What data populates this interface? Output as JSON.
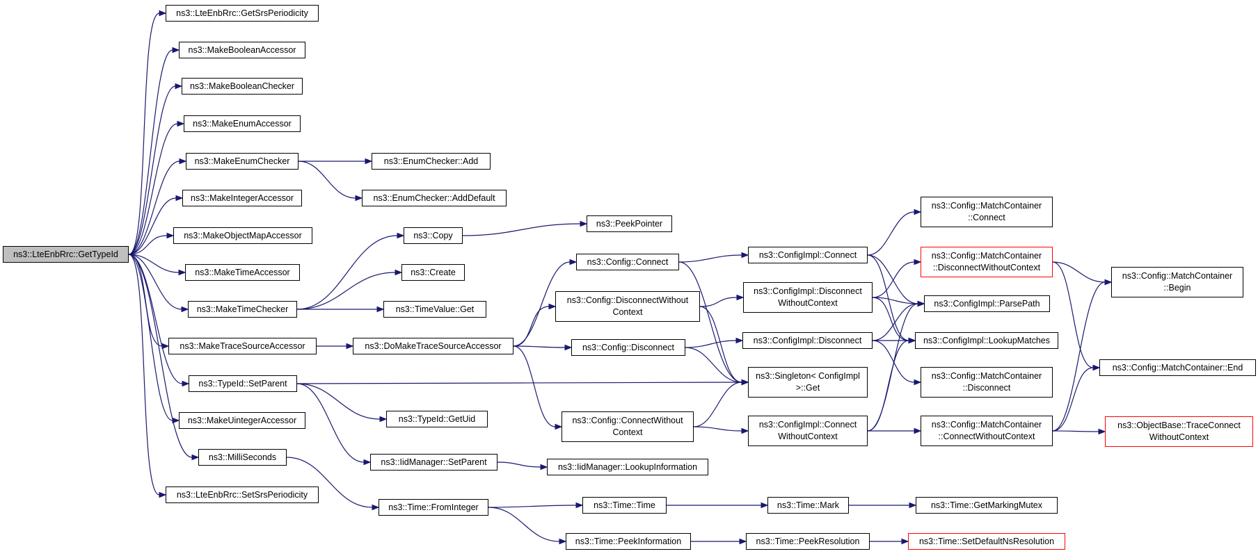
{
  "graph": {
    "edge_color": "#191970",
    "root_fill": "#bfbfbf",
    "highlight_border": "#ff0000",
    "nodes": {
      "root": {
        "label": "ns3::LteEnbRrc::GetTypeId"
      },
      "getSrsPeriodicity": {
        "label": "ns3::LteEnbRrc::GetSrsPeriodicity"
      },
      "makeBooleanAccessor": {
        "label": "ns3::MakeBooleanAccessor"
      },
      "makeBooleanChecker": {
        "label": "ns3::MakeBooleanChecker"
      },
      "makeEnumAccessor": {
        "label": "ns3::MakeEnumAccessor"
      },
      "makeEnumChecker": {
        "label": "ns3::MakeEnumChecker"
      },
      "makeIntegerAccessor": {
        "label": "ns3::MakeIntegerAccessor"
      },
      "makeObjectMapAccessor": {
        "label": "ns3::MakeObjectMapAccessor"
      },
      "makeTimeAccessor": {
        "label": "ns3::MakeTimeAccessor"
      },
      "makeTimeChecker": {
        "label": "ns3::MakeTimeChecker"
      },
      "makeTraceSourceAccessor": {
        "label": "ns3::MakeTraceSourceAccessor"
      },
      "typeIdSetParent": {
        "label": "ns3::TypeId::SetParent"
      },
      "makeUintegerAccessor": {
        "label": "ns3::MakeUintegerAccessor"
      },
      "milliSeconds": {
        "label": "ns3::MilliSeconds"
      },
      "setSrsPeriodicity": {
        "label": "ns3::LteEnbRrc::SetSrsPeriodicity"
      },
      "enumCheckerAdd": {
        "label": "ns3::EnumChecker::Add"
      },
      "enumCheckerAddDefault": {
        "label": "ns3::EnumChecker::AddDefault"
      },
      "copy": {
        "label": "ns3::Copy"
      },
      "create": {
        "label": "ns3::Create"
      },
      "timeValueGet": {
        "label": "ns3::TimeValue::Get"
      },
      "doMakeTraceSourceAccessor": {
        "label": "ns3::DoMakeTraceSourceAccessor"
      },
      "typeIdGetUid": {
        "label": "ns3::TypeId::GetUid"
      },
      "iidManagerSetParent": {
        "label": "ns3::IidManager::SetParent"
      },
      "timeFromInteger": {
        "label": "ns3::Time::FromInteger"
      },
      "peekPointer": {
        "label": "ns3::PeekPointer"
      },
      "configConnect": {
        "label": "ns3::Config::Connect"
      },
      "configDisconnectWithoutContext": {
        "label": "ns3::Config::DisconnectWithout\nContext"
      },
      "configDisconnect": {
        "label": "ns3::Config::Disconnect"
      },
      "configConnectWithoutContext": {
        "label": "ns3::Config::ConnectWithout\nContext"
      },
      "iidManagerLookupInformation": {
        "label": "ns3::IidManager::LookupInformation"
      },
      "timeTime": {
        "label": "ns3::Time::Time"
      },
      "timePeekInformation": {
        "label": "ns3::Time::PeekInformation"
      },
      "configImplConnect": {
        "label": "ns3::ConfigImpl::Connect"
      },
      "configImplDisconnectWithoutContext": {
        "label": "ns3::ConfigImpl::Disconnect\nWithoutContext"
      },
      "configImplDisconnect": {
        "label": "ns3::ConfigImpl::Disconnect"
      },
      "singletonGet": {
        "label": "ns3::Singleton< ConfigImpl\n >::Get"
      },
      "configImplConnectWithoutContext": {
        "label": "ns3::ConfigImpl::Connect\nWithoutContext"
      },
      "timeMark": {
        "label": "ns3::Time::Mark"
      },
      "timePeekResolution": {
        "label": "ns3::Time::PeekResolution"
      },
      "matchContainerConnect": {
        "label": "ns3::Config::MatchContainer\n::Connect"
      },
      "matchContainerDisconnectWithoutContext": {
        "label": "ns3::Config::MatchContainer\n::DisconnectWithoutContext"
      },
      "configImplParsePath": {
        "label": "ns3::ConfigImpl::ParsePath"
      },
      "configImplLookupMatches": {
        "label": "ns3::ConfigImpl::LookupMatches"
      },
      "matchContainerDisconnect": {
        "label": "ns3::Config::MatchContainer\n::Disconnect"
      },
      "matchContainerConnectWithoutContext": {
        "label": "ns3::Config::MatchContainer\n::ConnectWithoutContext"
      },
      "timeGetMarkingMutex": {
        "label": "ns3::Time::GetMarkingMutex"
      },
      "timeSetDefaultNsResolution": {
        "label": "ns3::Time::SetDefaultNsResolution"
      },
      "matchContainerBegin": {
        "label": "ns3::Config::MatchContainer\n::Begin"
      },
      "matchContainerEnd": {
        "label": "ns3::Config::MatchContainer::End"
      },
      "objectBaseTraceConnectWithoutContext": {
        "label": "ns3::ObjectBase::TraceConnect\nWithoutContext"
      }
    },
    "edges": [
      [
        "root",
        "getSrsPeriodicity"
      ],
      [
        "root",
        "makeBooleanAccessor"
      ],
      [
        "root",
        "makeBooleanChecker"
      ],
      [
        "root",
        "makeEnumAccessor"
      ],
      [
        "root",
        "makeEnumChecker"
      ],
      [
        "root",
        "makeIntegerAccessor"
      ],
      [
        "root",
        "makeObjectMapAccessor"
      ],
      [
        "root",
        "makeTimeAccessor"
      ],
      [
        "root",
        "makeTimeChecker"
      ],
      [
        "root",
        "makeTraceSourceAccessor"
      ],
      [
        "root",
        "typeIdSetParent"
      ],
      [
        "root",
        "makeUintegerAccessor"
      ],
      [
        "root",
        "milliSeconds"
      ],
      [
        "root",
        "setSrsPeriodicity"
      ],
      [
        "makeEnumChecker",
        "enumCheckerAdd"
      ],
      [
        "makeEnumChecker",
        "enumCheckerAddDefault"
      ],
      [
        "makeTimeChecker",
        "copy"
      ],
      [
        "makeTimeChecker",
        "create"
      ],
      [
        "makeTimeChecker",
        "timeValueGet"
      ],
      [
        "copy",
        "peekPointer"
      ],
      [
        "makeTraceSourceAccessor",
        "doMakeTraceSourceAccessor"
      ],
      [
        "doMakeTraceSourceAccessor",
        "configConnect"
      ],
      [
        "doMakeTraceSourceAccessor",
        "configDisconnectWithoutContext"
      ],
      [
        "doMakeTraceSourceAccessor",
        "configDisconnect"
      ],
      [
        "doMakeTraceSourceAccessor",
        "configConnectWithoutContext"
      ],
      [
        "typeIdSetParent",
        "singletonGet"
      ],
      [
        "typeIdSetParent",
        "typeIdGetUid"
      ],
      [
        "typeIdSetParent",
        "iidManagerSetParent"
      ],
      [
        "iidManagerSetParent",
        "iidManagerLookupInformation"
      ],
      [
        "milliSeconds",
        "timeFromInteger"
      ],
      [
        "timeFromInteger",
        "timeTime"
      ],
      [
        "timeFromInteger",
        "timePeekInformation"
      ],
      [
        "timeTime",
        "timeMark"
      ],
      [
        "timeMark",
        "timeGetMarkingMutex"
      ],
      [
        "timePeekInformation",
        "timePeekResolution"
      ],
      [
        "timePeekResolution",
        "timeSetDefaultNsResolution"
      ],
      [
        "configConnect",
        "configImplConnect"
      ],
      [
        "configConnect",
        "singletonGet"
      ],
      [
        "configDisconnectWithoutContext",
        "configImplDisconnectWithoutContext"
      ],
      [
        "configDisconnectWithoutContext",
        "singletonGet"
      ],
      [
        "configDisconnect",
        "configImplDisconnect"
      ],
      [
        "configDisconnect",
        "singletonGet"
      ],
      [
        "configConnectWithoutContext",
        "singletonGet"
      ],
      [
        "configConnectWithoutContext",
        "configImplConnectWithoutContext"
      ],
      [
        "configImplConnect",
        "matchContainerConnect"
      ],
      [
        "configImplConnect",
        "configImplParsePath"
      ],
      [
        "configImplConnect",
        "configImplLookupMatches"
      ],
      [
        "configImplDisconnectWithoutContext",
        "matchContainerDisconnectWithoutContext"
      ],
      [
        "configImplDisconnectWithoutContext",
        "configImplParsePath"
      ],
      [
        "configImplDisconnectWithoutContext",
        "configImplLookupMatches"
      ],
      [
        "configImplDisconnect",
        "configImplParsePath"
      ],
      [
        "configImplDisconnect",
        "configImplLookupMatches"
      ],
      [
        "configImplDisconnect",
        "matchContainerDisconnect"
      ],
      [
        "configImplConnectWithoutContext",
        "configImplParsePath"
      ],
      [
        "configImplConnectWithoutContext",
        "configImplLookupMatches"
      ],
      [
        "configImplConnectWithoutContext",
        "matchContainerConnectWithoutContext"
      ],
      [
        "matchContainerDisconnectWithoutContext",
        "matchContainerBegin"
      ],
      [
        "matchContainerDisconnectWithoutContext",
        "matchContainerEnd"
      ],
      [
        "matchContainerConnectWithoutContext",
        "matchContainerBegin"
      ],
      [
        "matchContainerConnectWithoutContext",
        "matchContainerEnd"
      ],
      [
        "matchContainerConnectWithoutContext",
        "objectBaseTraceConnectWithoutContext"
      ]
    ]
  }
}
